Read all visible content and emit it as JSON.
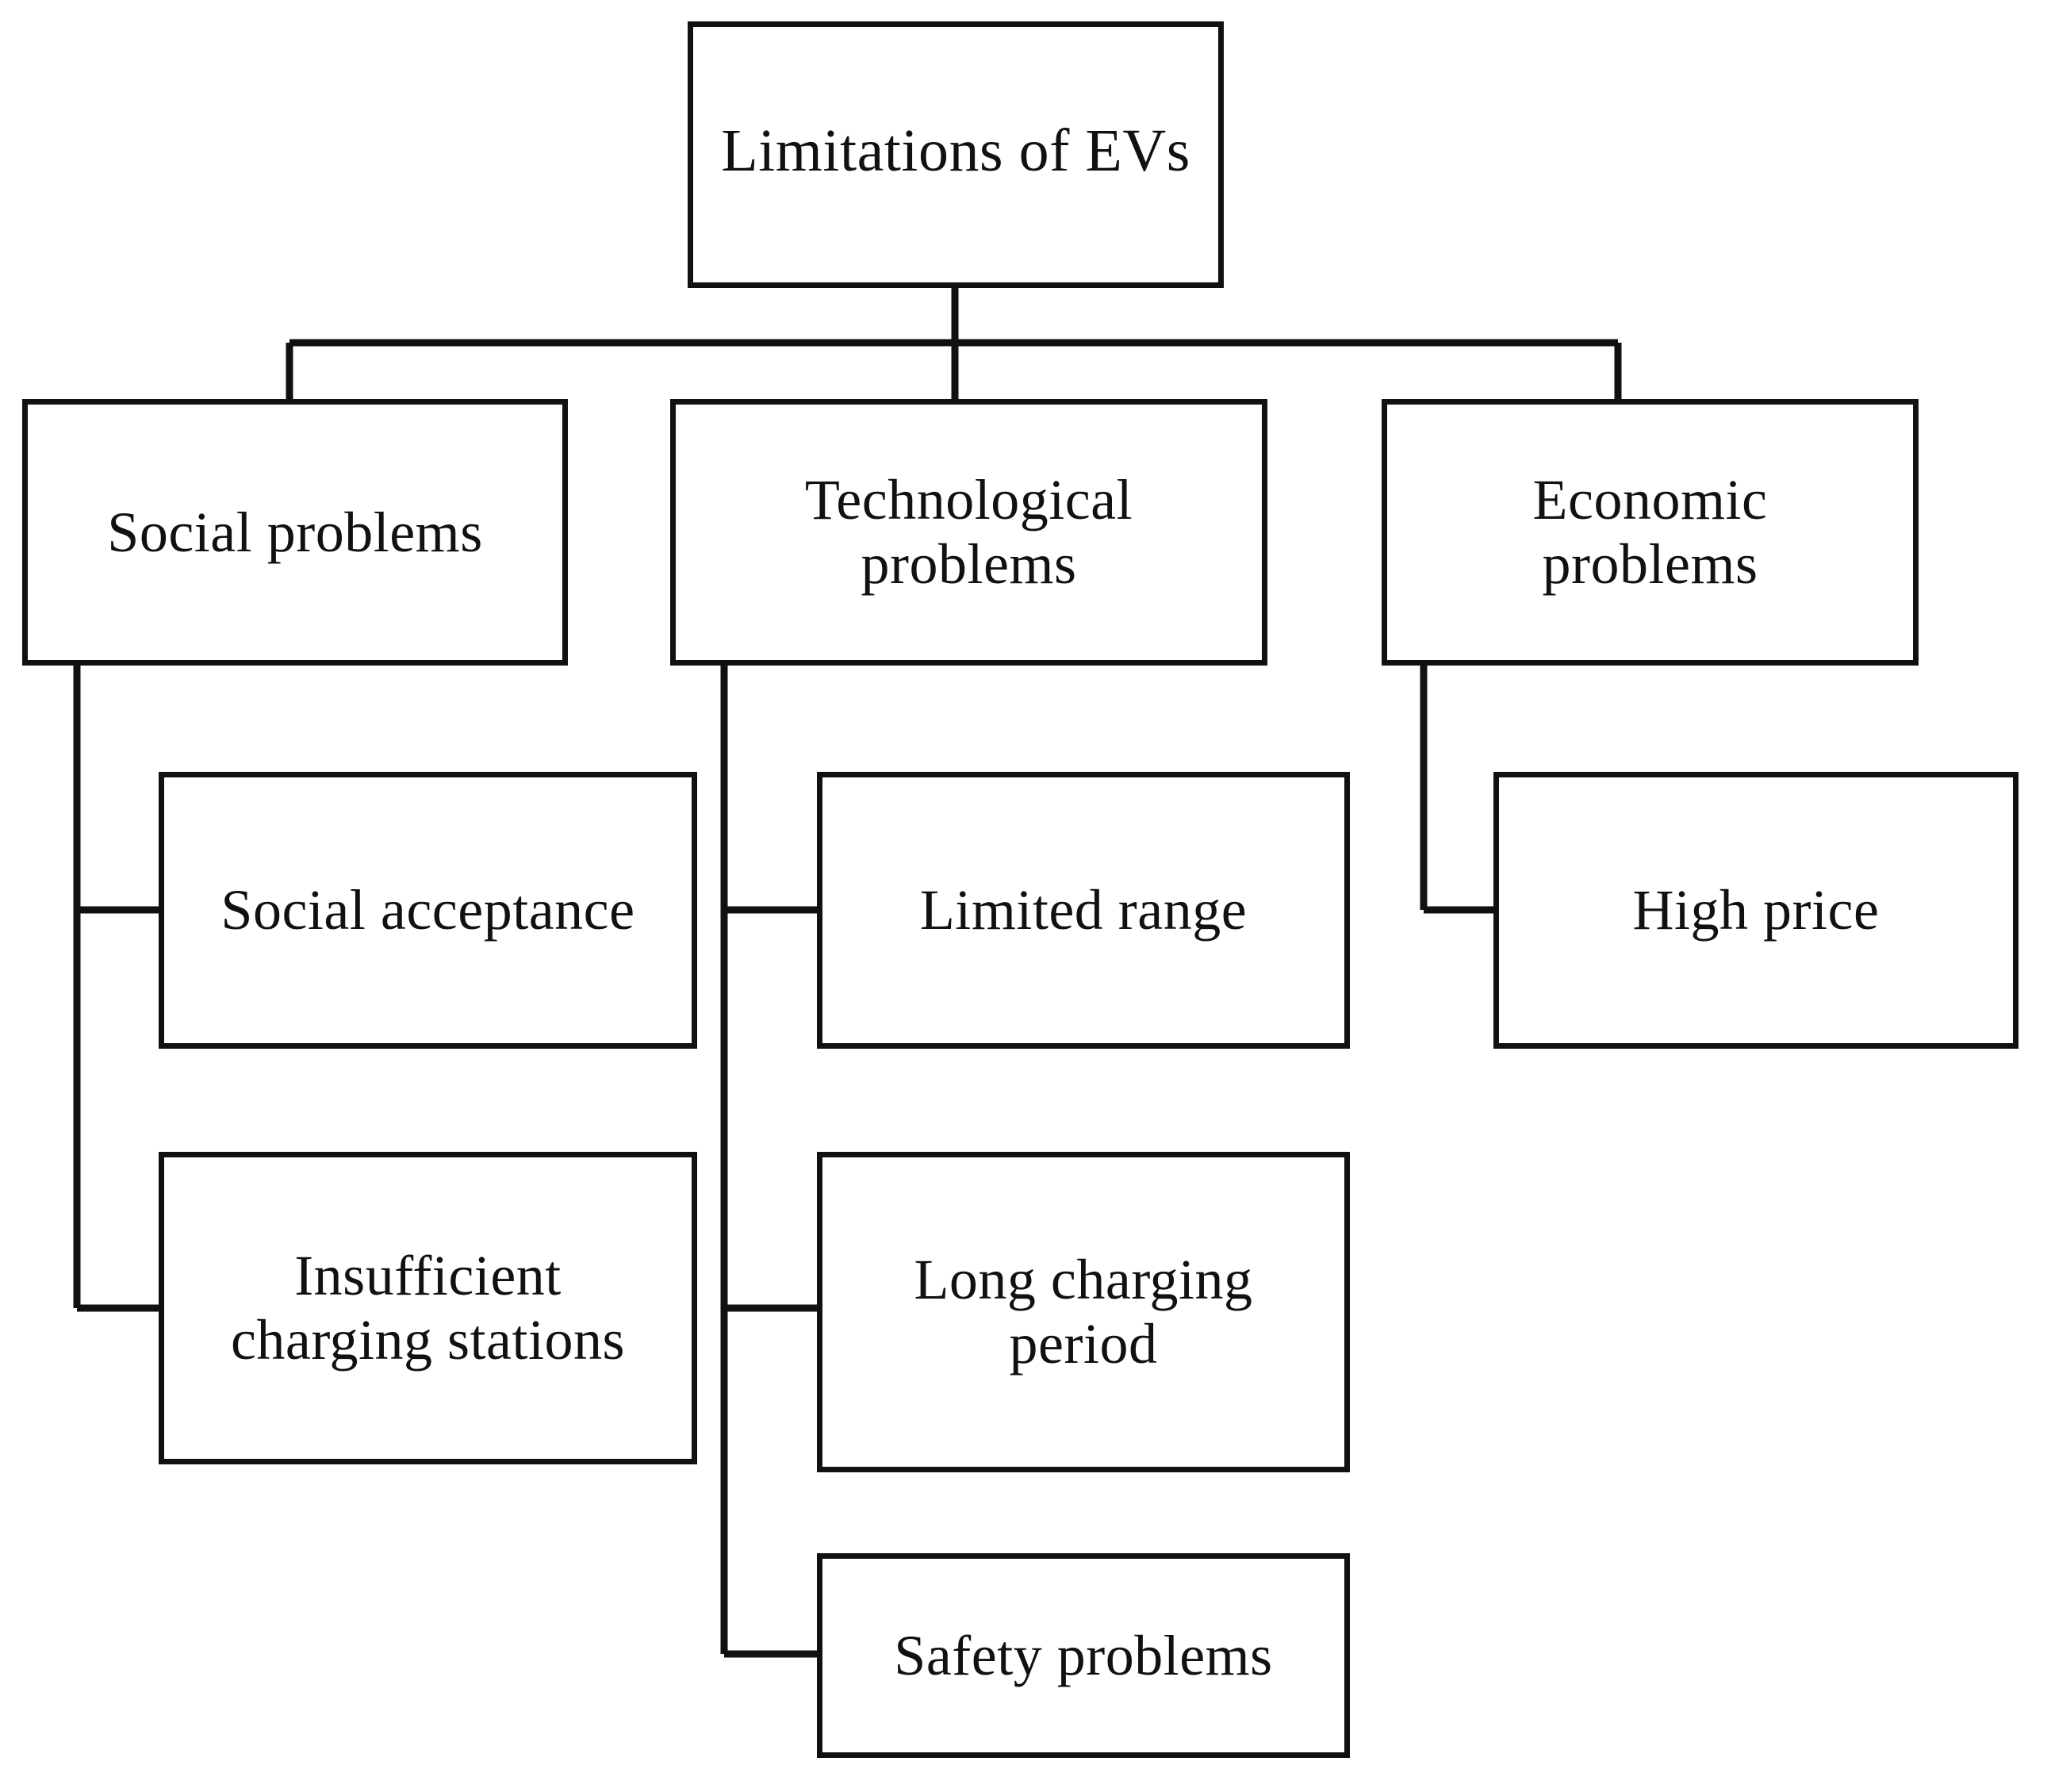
{
  "diagram": {
    "title": "Limitations of EVs",
    "type": "hierarchy-tree",
    "orientation": "top-down",
    "colors": {
      "background": "#ffffff",
      "box_fill": "#ffffff",
      "box_border": "#111111",
      "connector": "#111111",
      "text": "#111111"
    },
    "root": {
      "id": "limitations-of-evs",
      "label": "Limitations of EVs"
    },
    "branches": [
      {
        "id": "social-problems",
        "label": "Social problems",
        "children": [
          {
            "id": "social-acceptance",
            "label": "Social acceptance"
          },
          {
            "id": "insufficient-charging-stations",
            "label": "Insufficient\ncharging stations"
          }
        ]
      },
      {
        "id": "technological-problems",
        "label": "Technological\nproblems",
        "children": [
          {
            "id": "limited-range",
            "label": "Limited range"
          },
          {
            "id": "long-charging-period",
            "label": "Long charging\nperiod"
          },
          {
            "id": "safety-problems",
            "label": "Safety problems"
          }
        ]
      },
      {
        "id": "economic-problems",
        "label": "Economic\nproblems",
        "children": [
          {
            "id": "high-price",
            "label": "High price"
          }
        ]
      }
    ]
  }
}
